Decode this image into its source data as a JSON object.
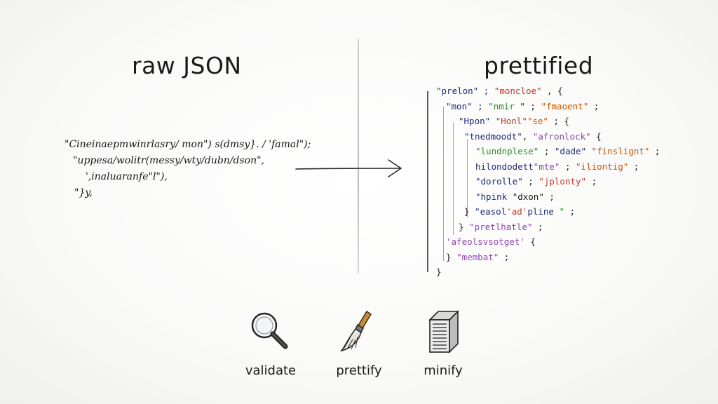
{
  "titles": {
    "left": "raw JSON",
    "right": "prettified"
  },
  "raw_json": {
    "lines": [
      "\"Cineinaepmwinrlasry/ mon\") s(dmsy}. / 'famal\");",
      "\"uppesa/wolitr(messy/wty/dubn/dson\",",
      "',inaluaranfe\"l\"),",
      "\"}y,"
    ]
  },
  "prettified_json": {
    "lines": [
      {
        "indent": 0,
        "segments": [
          {
            "text": "\"prelon\" ; ",
            "color": "#1f2a7a"
          },
          {
            "text": "\"moncloe\"",
            "color": "#c0392b"
          },
          {
            "text": " , {",
            "color": "#1b1b1b"
          }
        ]
      },
      {
        "indent": 1,
        "segments": [
          {
            "text": "\"mon\" ; ",
            "color": "#1f2a7a"
          },
          {
            "text": "\"nmir ",
            "color": "#2e8b2e"
          },
          {
            "text": "\" ; ",
            "color": "#1b1b1b"
          },
          {
            "text": "\"fmaoent\"",
            "color": "#d35400"
          },
          {
            "text": " ;",
            "color": "#1b1b1b"
          }
        ]
      },
      {
        "indent": 2,
        "segments": [
          {
            "text": "\"Hpon\" ",
            "color": "#1f2a7a"
          },
          {
            "text": "\"Honl\"",
            "color": "#c0392b"
          },
          {
            "text": "\"se\"",
            "color": "#d35400"
          },
          {
            "text": " ;    {",
            "color": "#1b1b1b"
          }
        ]
      },
      {
        "indent": 3,
        "segments": [
          {
            "text": "\"tnedmoodt\"",
            "color": "#1f2a7a"
          },
          {
            "text": ", ",
            "color": "#1b1b1b"
          },
          {
            "text": "\"afronlock\"",
            "color": "#8e44ad"
          },
          {
            "text": " {",
            "color": "#1b1b1b"
          }
        ]
      },
      {
        "indent": 4,
        "segments": [
          {
            "text": "\"lundnplese\"",
            "color": "#2e8b2e"
          },
          {
            "text": " ; ",
            "color": "#1b1b1b"
          },
          {
            "text": "\"dade\"",
            "color": "#1f2a7a"
          },
          {
            "text": " ",
            "color": "#1b1b1b"
          },
          {
            "text": "\"finslignt\"",
            "color": "#d35400"
          },
          {
            "text": " ;",
            "color": "#1b1b1b"
          }
        ]
      },
      {
        "indent": 4,
        "segments": [
          {
            "text": "hilondodett",
            "color": "#1f2a7a"
          },
          {
            "text": "\"mte\"",
            "color": "#8e44ad"
          },
          {
            "text": " ; ",
            "color": "#1b1b1b"
          },
          {
            "text": "\"iliontig\"",
            "color": "#d35400"
          },
          {
            "text": " ;",
            "color": "#1b1b1b"
          }
        ]
      },
      {
        "indent": 4,
        "segments": [
          {
            "text": "\"dorolle\"",
            "color": "#1f2a7a"
          },
          {
            "text": " ; ",
            "color": "#1b1b1b"
          },
          {
            "text": "\"jplonty\"",
            "color": "#c0392b"
          },
          {
            "text": " ;",
            "color": "#1b1b1b"
          }
        ]
      },
      {
        "indent": 4,
        "segments": [
          {
            "text": "\"hpink ",
            "color": "#1f2a7a"
          },
          {
            "text": "\"dxon\"",
            "color": "#1b1b1b"
          },
          {
            "text": " ;",
            "color": "#1b1b1b"
          }
        ]
      },
      {
        "indent": 3,
        "segments": [
          {
            "text": "} ",
            "color": "#1b1b1b"
          },
          {
            "text": "\"easol",
            "color": "#1f2a7a"
          },
          {
            "text": "'ad'",
            "color": "#c0392b"
          },
          {
            "text": "pline",
            "color": "#1f2a7a"
          },
          {
            "text": " ",
            "color": "#1b1b1b"
          },
          {
            "text": "\"",
            "color": "#2e8b2e"
          },
          {
            "text": " ;",
            "color": "#1b1b1b"
          }
        ]
      },
      {
        "indent": 2,
        "segments": [
          {
            "text": "}    ",
            "color": "#1b1b1b"
          },
          {
            "text": "\"pretlhatle\"",
            "color": "#8e44ad"
          },
          {
            "text": " ;",
            "color": "#1b1b1b"
          }
        ]
      },
      {
        "indent": 1,
        "segments": [
          {
            "text": "'afeolsvsotget'",
            "color": "#8e44ad"
          },
          {
            "text": "    {",
            "color": "#1b1b1b"
          }
        ]
      },
      {
        "indent": 1,
        "segments": [
          {
            "text": "}  ",
            "color": "#1b1b1b"
          },
          {
            "text": "\"membat\"",
            "color": "#8e44ad"
          },
          {
            "text": " ;",
            "color": "#1b1b1b"
          }
        ]
      },
      {
        "indent": 0,
        "segments": [
          {
            "text": "}",
            "color": "#1b1b1b"
          }
        ]
      }
    ]
  },
  "tools": [
    {
      "label": "validate",
      "icon": "magnifying-glass-icon"
    },
    {
      "label": "prettify",
      "icon": "paint-brush-icon"
    },
    {
      "label": "minify",
      "icon": "compressed-box-icon"
    }
  ]
}
